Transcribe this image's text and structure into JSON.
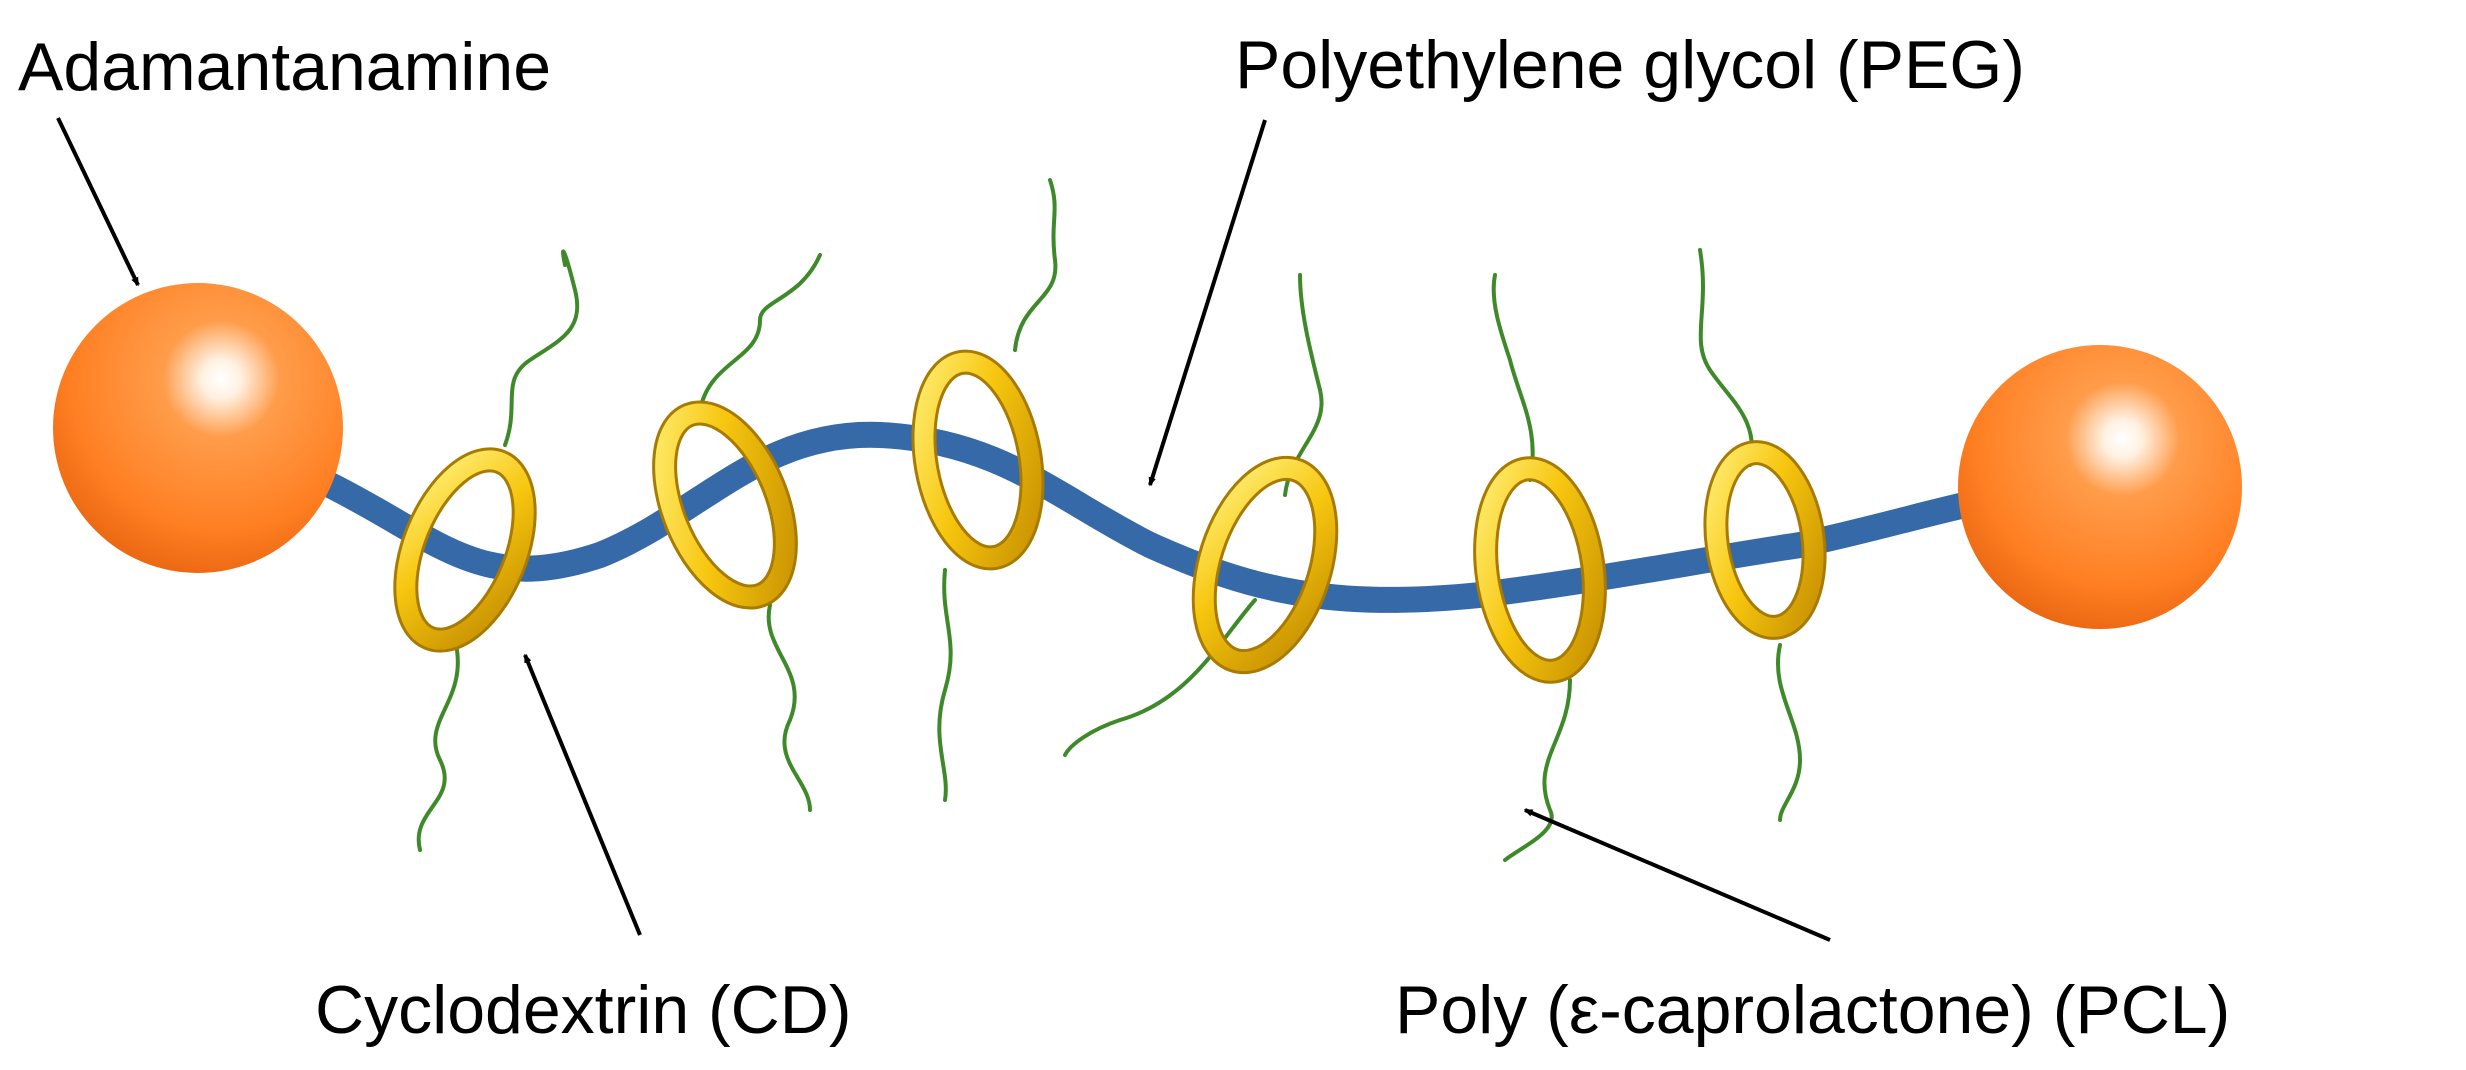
{
  "labels": {
    "adamantanamine": "Adamantanamine",
    "peg": "Polyethylene glycol (PEG)",
    "cd": "Cyclodextrin (CD)",
    "pcl": "Poly (ε-caprolactone) (PCL)"
  },
  "colors": {
    "sphere": "#FF7F22",
    "peg_chain": "#3569A8",
    "cd_ring": "#F4C20D",
    "pcl_strand": "#3E8A2A",
    "arrow": "#000000"
  }
}
